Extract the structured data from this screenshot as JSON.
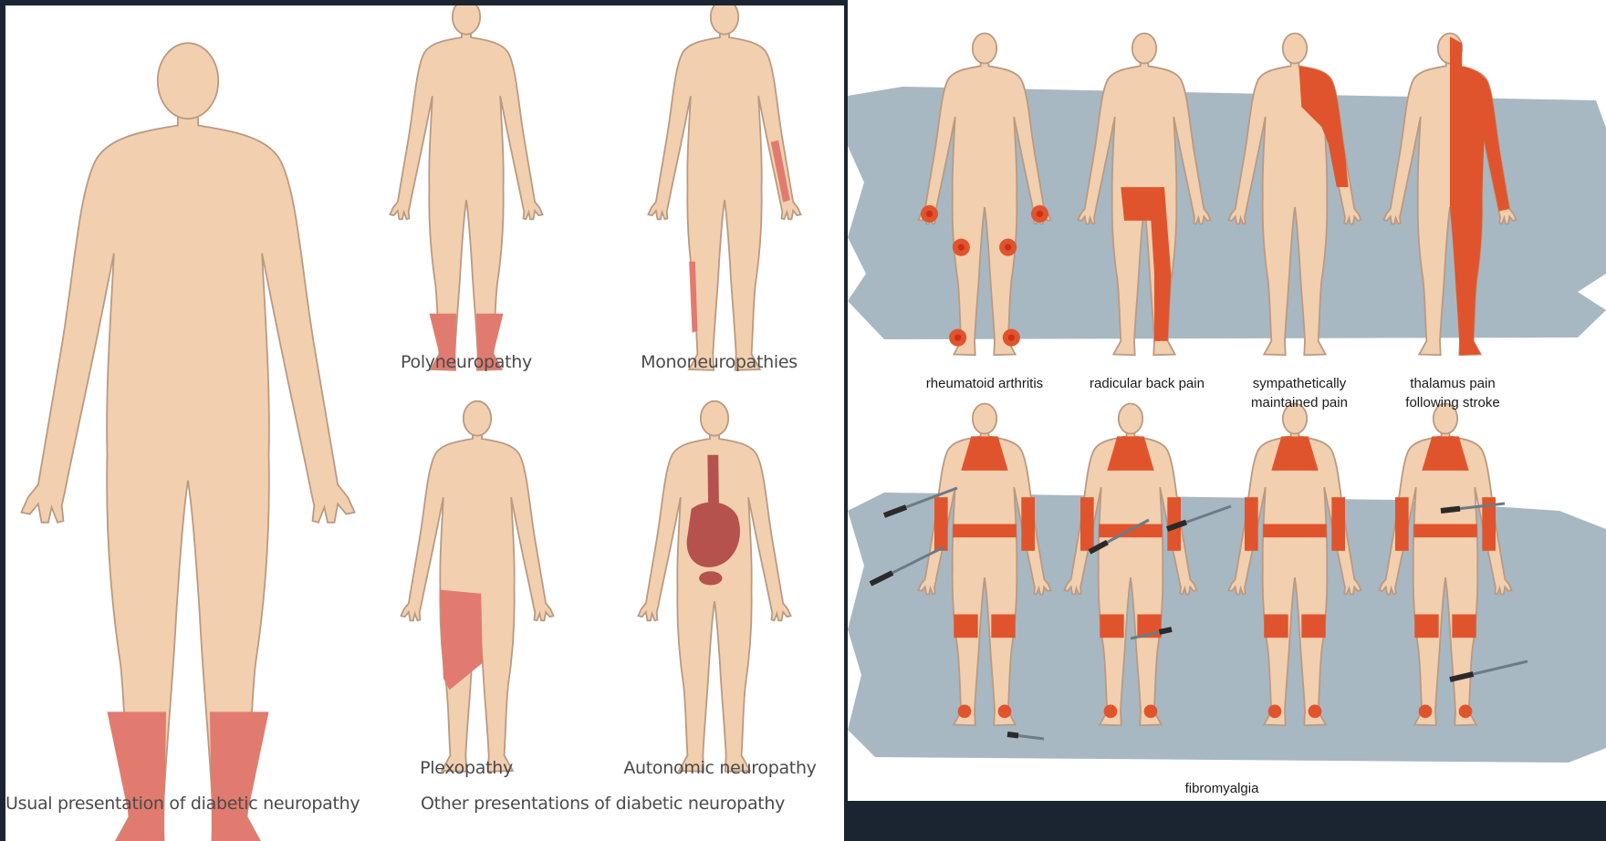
{
  "colors": {
    "skin": "#f2cfae",
    "skin_stroke": "#b99a83",
    "affected": "#e17b6f",
    "affected_dark": "#c24f45",
    "organ": "#b5524d",
    "pain": "#e0542d",
    "pain_core": "#cf2f16",
    "backdrop": "#a7b8c2",
    "page_bg": "#1b2431"
  },
  "left_panel": {
    "usual_caption": "Usual presentation of diabetic neuropathy",
    "other_caption": "Other presentations of diabetic neuropathy",
    "figures": [
      {
        "key": "polyneuropathy",
        "label": "Polyneuropathy"
      },
      {
        "key": "mononeuropathies",
        "label": "Mononeuropathies"
      },
      {
        "key": "plexopathy",
        "label": "Plexopathy"
      },
      {
        "key": "autonomic",
        "label": "Autonomic neuropathy"
      }
    ]
  },
  "right_panel": {
    "top_labels": [
      {
        "line1": "rheumatoid arthritis",
        "line2": ""
      },
      {
        "line1": "radicular back pain",
        "line2": ""
      },
      {
        "line1": "sympathetically",
        "line2": "maintained pain"
      },
      {
        "line1": "thalamus pain",
        "line2": "following stroke"
      }
    ],
    "bottom_label": "fibromyalgia"
  }
}
